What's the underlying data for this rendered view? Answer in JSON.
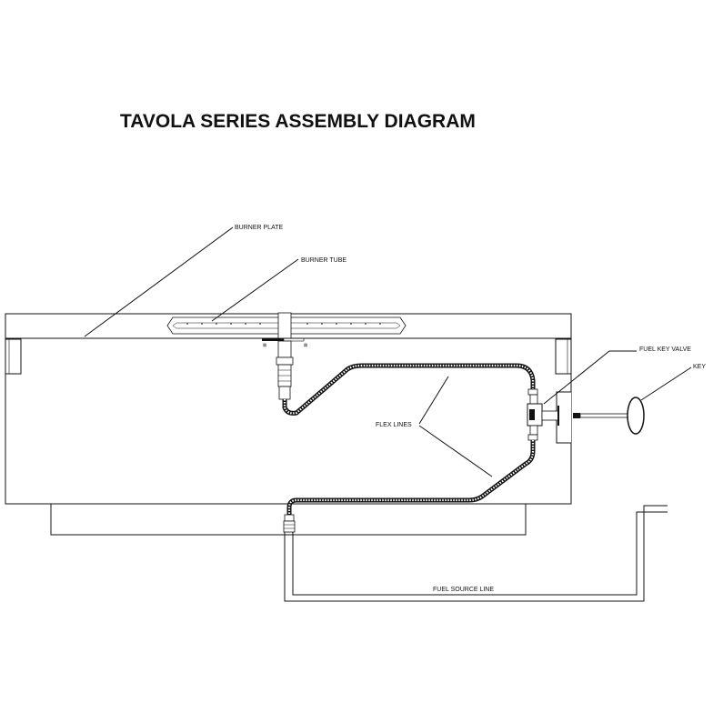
{
  "title": "TAVOLA SERIES ASSEMBLY DIAGRAM",
  "labels": {
    "burner_plate": "BURNER PLATE",
    "burner_tube": "BURNER TUBE",
    "fuel_key_valve": "FUEL KEY VALVE",
    "key": "KEY",
    "flex_lines": "FLEX LINES",
    "fuel_source_line": "FUEL SOURCE LINE"
  },
  "colors": {
    "ink": "#111111",
    "background": "#ffffff"
  }
}
